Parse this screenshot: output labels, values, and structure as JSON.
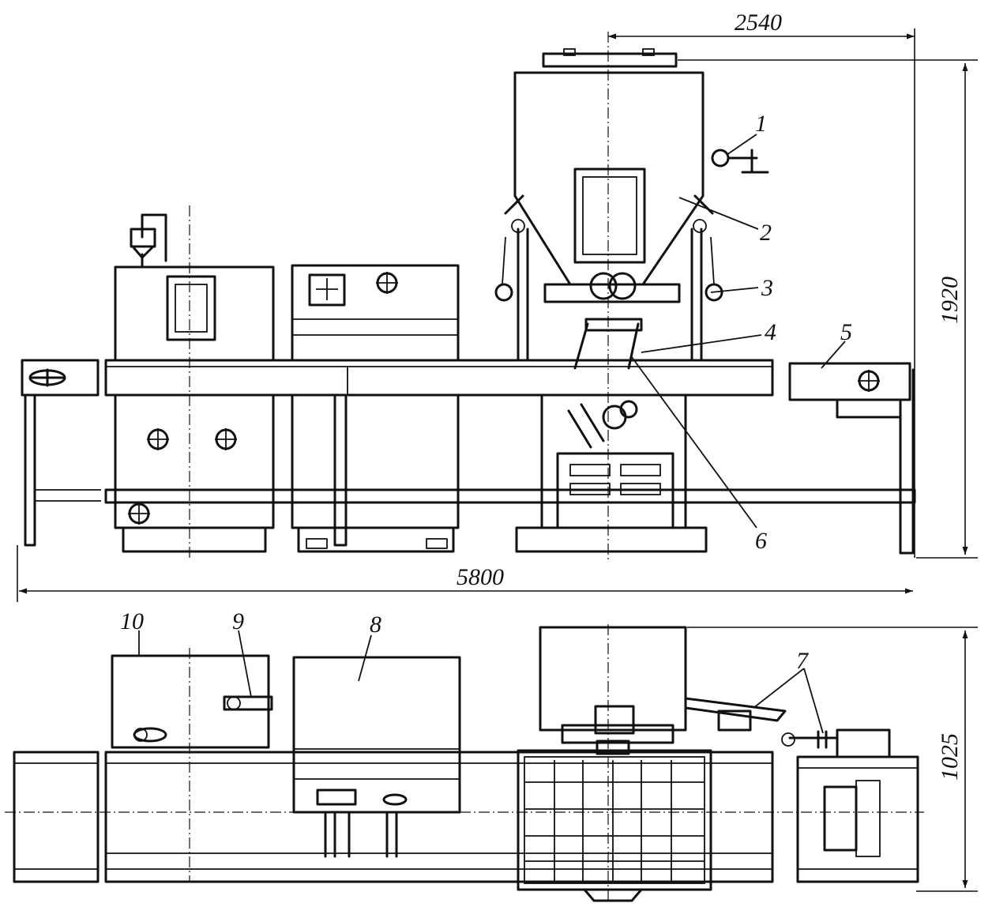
{
  "dimensions": {
    "top_width": "2540",
    "total_length": "5800",
    "height_front": "1920",
    "height_plan": "1025"
  },
  "labels": {
    "l1": "1",
    "l2": "2",
    "l3": "3",
    "l4": "4",
    "l5": "5",
    "l6": "6",
    "l7": "7",
    "l8": "8",
    "l9": "9",
    "l10": "10"
  },
  "colors": {
    "ink": "#111111",
    "paper": "#ffffff"
  }
}
